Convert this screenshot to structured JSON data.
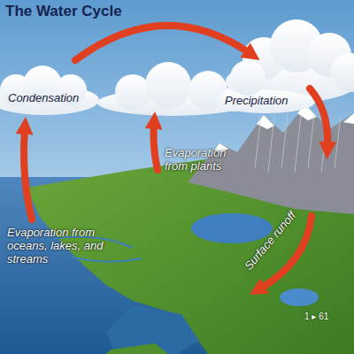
{
  "diagram": {
    "title": "The Water Cycle",
    "labels": [
      "Condensation",
      "Precipitation",
      "Evaporation from plants",
      "Evaporation from oceans, lakes, and streams",
      "Surface runoff",
      "1 ▸ 61"
    ]
  }
}
